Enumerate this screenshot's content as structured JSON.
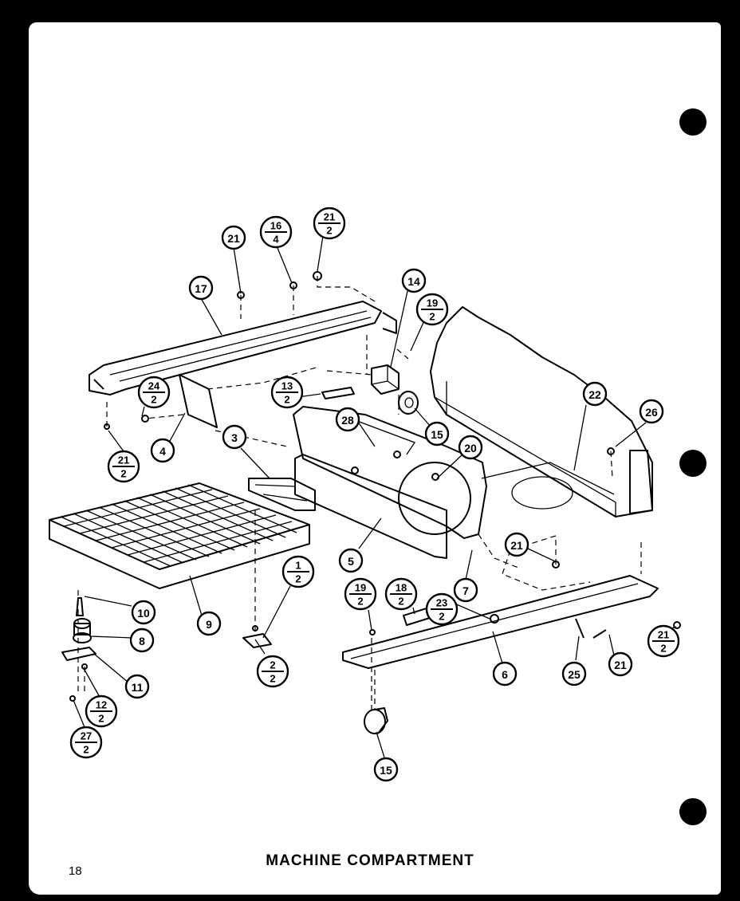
{
  "caption": "MACHINE COMPARTMENT",
  "page_number": "18",
  "callouts": [
    {
      "top": "21"
    },
    {
      "top": "16",
      "bottom": "4"
    },
    {
      "top": "21",
      "bottom": "2"
    },
    {
      "top": "17"
    },
    {
      "top": "14"
    },
    {
      "top": "19",
      "bottom": "2"
    },
    {
      "top": "24",
      "bottom": "2"
    },
    {
      "top": "13",
      "bottom": "2"
    },
    {
      "top": "4"
    },
    {
      "top": "21",
      "bottom": "2"
    },
    {
      "top": "3"
    },
    {
      "top": "28"
    },
    {
      "top": "15"
    },
    {
      "top": "20"
    },
    {
      "top": "22"
    },
    {
      "top": "26"
    },
    {
      "top": "5"
    },
    {
      "top": "7"
    },
    {
      "top": "21"
    },
    {
      "top": "1",
      "bottom": "2"
    },
    {
      "top": "19",
      "bottom": "2"
    },
    {
      "top": "18",
      "bottom": "2"
    },
    {
      "top": "23",
      "bottom": "2"
    },
    {
      "top": "10"
    },
    {
      "top": "9"
    },
    {
      "top": "8"
    },
    {
      "top": "2",
      "bottom": "2"
    },
    {
      "top": "11"
    },
    {
      "top": "12",
      "bottom": "2"
    },
    {
      "top": "27",
      "bottom": "2"
    },
    {
      "top": "6"
    },
    {
      "top": "25"
    },
    {
      "top": "21"
    },
    {
      "top": "21",
      "bottom": "2"
    },
    {
      "top": "15"
    }
  ]
}
